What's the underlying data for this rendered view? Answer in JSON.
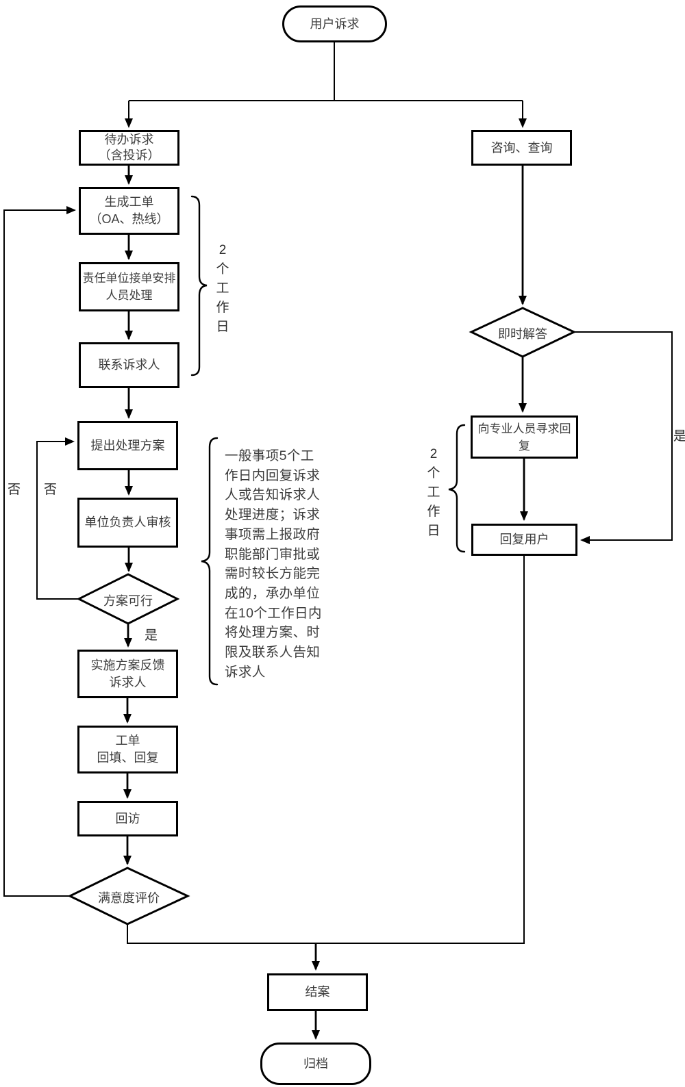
{
  "nodes": {
    "start": "用户诉求",
    "pending": "待办诉求\n（含投诉）",
    "generate": "生成工单\n（OA、热线）",
    "assign": "责任单位接单安排\n人员处理",
    "contact": "联系诉求人",
    "propose": "提出处理方案",
    "review": "单位负责人审核",
    "feasible": "方案可行",
    "implement": "实施方案反馈\n诉求人",
    "ticket": "工单\n回填、回复",
    "visit": "回访",
    "satisfaction": "满意度评价",
    "close_case": "结案",
    "archive": "归档",
    "consult": "咨询、查询",
    "instant_answer": "即时解答",
    "seek_expert": "向专业人员寻求回复",
    "reply_user": "回复用户"
  },
  "edge_labels": {
    "no_outer": "否",
    "no_inner": "否",
    "yes_feasible": "是",
    "yes_instant": "是"
  },
  "durations": {
    "left_brace": "2\n个\n工\n作\n日",
    "right_brace": "2\n个\n工\n作\n日"
  },
  "annotation": "一般事项5个工\n作日内回复诉求\n人或告知诉求人\n处理进度；诉求\n事项需上报政府\n职能部门审批或\n需时较长方能完\n成的，承办单位\n在10个工作日内\n将处理方案、时\n限及联系人告知\n诉求人",
  "colors": {
    "line": "#000000",
    "text": "#3c3c3c",
    "background": "#ffffff"
  }
}
